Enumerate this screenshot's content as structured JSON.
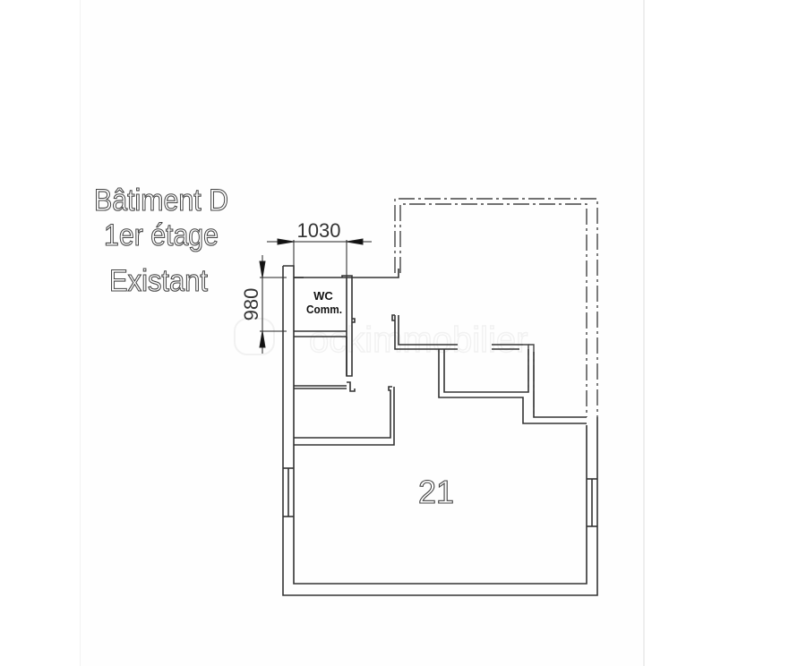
{
  "title": {
    "line1": "Bâtiment D",
    "line2": "1er étage",
    "line3": "Existant"
  },
  "dimensions": {
    "width_label": "1030",
    "height_label": "980"
  },
  "rooms": {
    "wc_line1": "WC",
    "wc_line2": "Comm.",
    "main_number": "21"
  },
  "watermark": {
    "text": "ockimmobilier"
  },
  "colors": {
    "wall": "#333333",
    "background": "#ffffff",
    "page": "#fefefe"
  }
}
